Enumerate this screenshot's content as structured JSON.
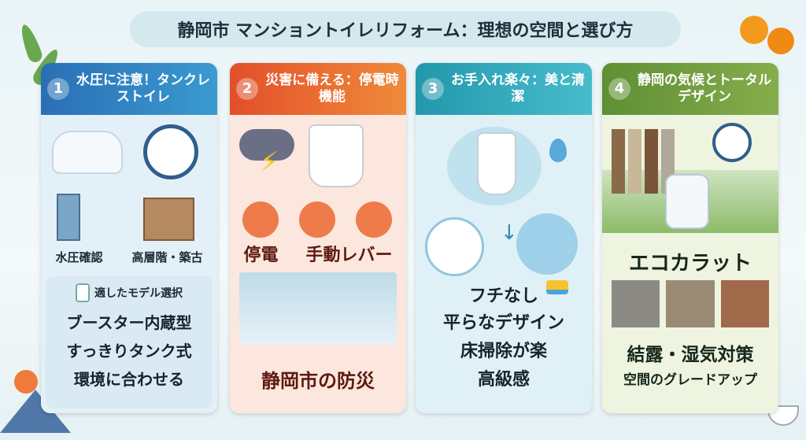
{
  "title": "静岡市 マンショントイレリフォーム：理想の空間と選び方",
  "cards": [
    {
      "num": "1",
      "header": "水圧に注意！タンクレストイレ",
      "labels": [
        "水圧確認",
        "高層階・築古"
      ],
      "model_select": "適したモデル選択",
      "lines": [
        "ブースター内蔵型",
        "すっきりタンク式",
        "環境に合わせる"
      ],
      "color": "#2f7fc1"
    },
    {
      "num": "2",
      "header": "災害に備える：停電時機能",
      "labels": [
        "停電",
        "手動レバー"
      ],
      "lines": [
        "静岡市の防災"
      ],
      "color": "#e8632a"
    },
    {
      "num": "3",
      "header": "お手入れ楽々：美と清潔",
      "lines": [
        "フチなし",
        "平らなデザイン",
        "床掃除が楽",
        "高級感"
      ],
      "color": "#2aa6b8"
    },
    {
      "num": "4",
      "header": "静岡の気候とトータルデザイン",
      "product": "エコカラット",
      "lines": [
        "結露・湿気対策",
        "空間のグレードアップ"
      ],
      "color": "#6a9a3c"
    }
  ]
}
